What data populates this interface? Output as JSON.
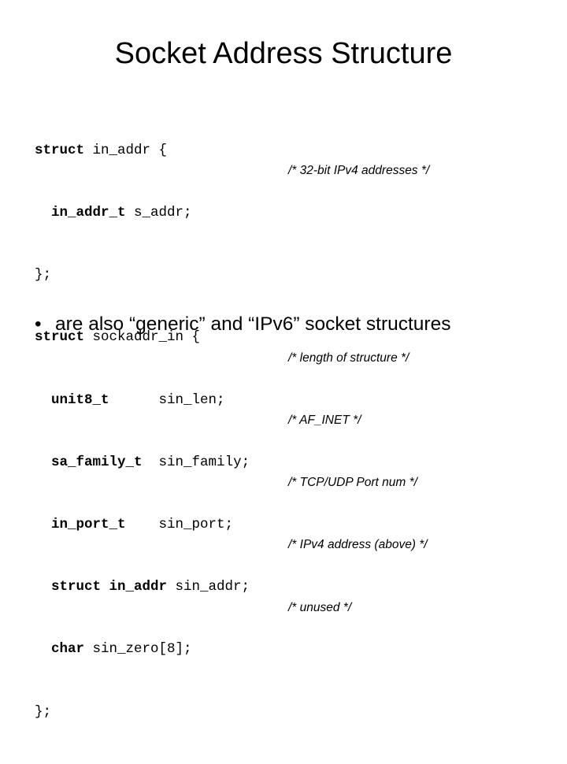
{
  "slide": {
    "title": "Socket Address Structure",
    "code": [
      {
        "kw": "struct",
        "rest": " in_addr {"
      },
      {
        "indent": "  ",
        "kw": "in_addr_t",
        "rest": " s_addr;"
      },
      {
        "kw": "",
        "rest": "};"
      },
      {
        "kw": "struct",
        "rest": " sockaddr_in {"
      },
      {
        "indent": "  ",
        "kw": "unit8_t",
        "rest": "      sin_len;"
      },
      {
        "indent": "  ",
        "kw": "sa_family_t",
        "rest": "  sin_family;"
      },
      {
        "indent": "  ",
        "kw": "in_port_t",
        "rest": "    sin_port;"
      },
      {
        "indent": "  ",
        "kw": "struct in_addr",
        "rest": " sin_addr;"
      },
      {
        "indent": "  ",
        "kw": "char",
        "rest": " sin_zero[8];"
      },
      {
        "kw": "",
        "rest": "};"
      }
    ],
    "comments": [
      "/* 32-bit IPv4 addresses */",
      "",
      "",
      "/* length of structure */",
      "/* AF_INET */",
      "/* TCP/UDP Port num */",
      "/* IPv4 address (above) */",
      "/* unused */"
    ],
    "bullet_symbol": "•",
    "bullet_text": "are also “generic” and “IPv6” socket structures"
  }
}
